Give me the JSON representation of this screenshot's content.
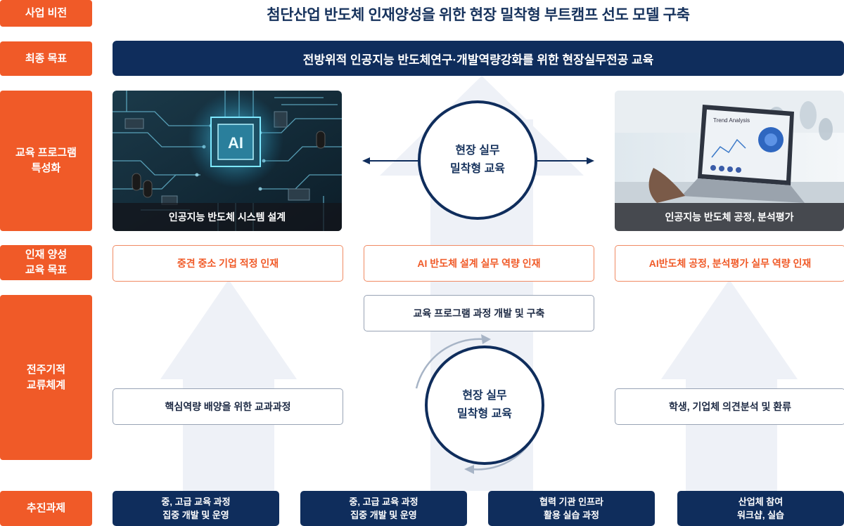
{
  "labels": {
    "vision": "사업 비전",
    "goal": "최종 목표",
    "specialization": "교육 프로그램\n특성화",
    "talent": "인재 양성\n교육 목표",
    "cycle": "전주기적\n교류체계",
    "tasks": "추진과제"
  },
  "vision_text": "첨단산업 반도체 인재양성을 위한 현장 밀착형 부트캠프 선도 모델 구축",
  "goal_text": "전방위적 인공지능 반도체연구·개발역량강화를 위한 현장실무전공 교육",
  "images": {
    "left_caption": "인공지능 반도체 시스템 설계",
    "right_caption": "인공지능 반도체 공정, 분석평가",
    "chip_text": "AI",
    "screen_title": "Trend Analysis"
  },
  "center_circle_top": "현장 실무\n밀착형 교육",
  "center_circle_bottom": "현장 실무\n밀착형 교육",
  "talent_goals": [
    "중견 중소 기업 적정 인재",
    "AI 반도체 설계 실무 역량 인재",
    "AI반도체 공정, 분석평가 실무 역량 인재"
  ],
  "cycle_boxes": {
    "program_dev": "교육 프로그램 과정 개발 및 구축",
    "curriculum": "핵심역량 배양을 위한 교과과정",
    "feedback": "학생, 기업체 의견분석 및 환류"
  },
  "tasks": [
    "중, 고급 교육 과정\n집중 개발 및 운영",
    "중, 고급 교육 과정\n집중 개발 및 운영",
    "협력 기관 인프라\n활용 실습 과정",
    "산업체 참여\n워크샵, 실습"
  ],
  "colors": {
    "orange": "#f05a28",
    "navy": "#0f2d5c",
    "arrow_bg": "#eef1f7"
  }
}
